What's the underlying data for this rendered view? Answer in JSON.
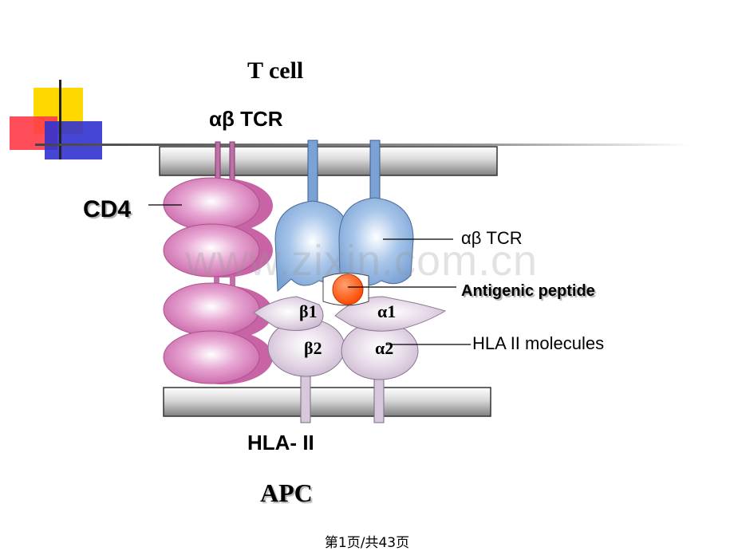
{
  "labels": {
    "t_cell": "T cell",
    "ab_tcr_top": "αβ  TCR",
    "cd4": "CD4",
    "ab_tcr_side": "αβ  TCR",
    "antigenic_peptide": "Antigenic peptide",
    "hla_ii_molecules": "HLA II molecules",
    "beta1": "β1",
    "alpha1": "α1",
    "beta2": "β2",
    "alpha2": "α2",
    "hla_ii": "HLA- II",
    "apc": "APC"
  },
  "watermark": "www.zixin.com.cn",
  "footer": "第1页/共43页",
  "colors": {
    "cd4": "#d070b0",
    "tcr": "#7fa8d8",
    "hla": "#d8c8dc",
    "peptide": "#ff5a10",
    "membrane": "#707070",
    "accent_yellow": "#ffd800",
    "accent_red": "#ff3040",
    "accent_blue": "#3030d0"
  }
}
